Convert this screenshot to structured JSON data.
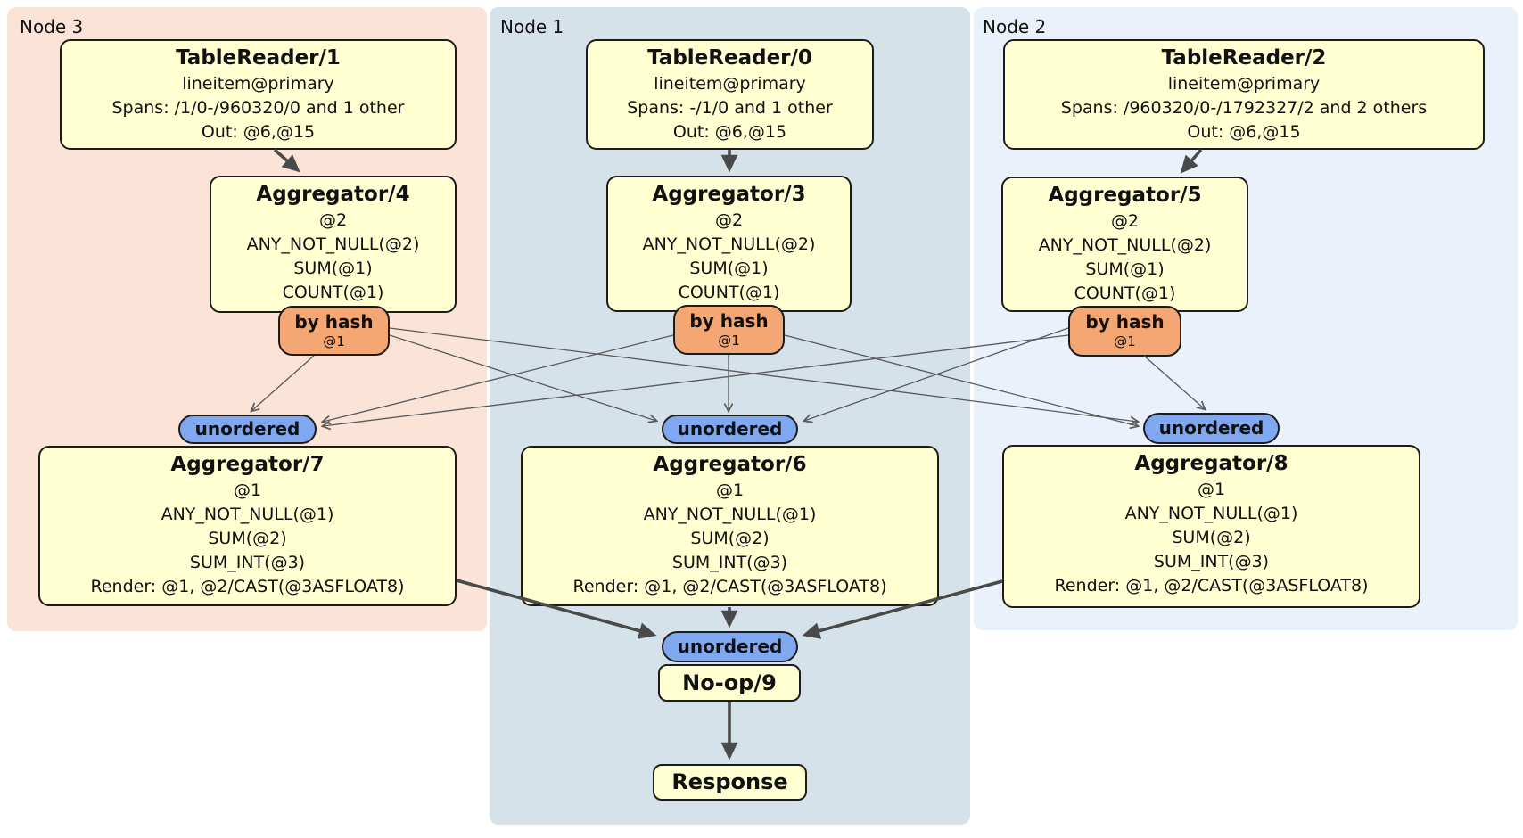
{
  "colors": {
    "band_node3": "#fce3d7",
    "band_node1": "#d5e2ea",
    "band_node2": "#ebf1fa",
    "processor_box": "#ffffd2",
    "router_by_hash": "#f5a773",
    "stream_unordered": "#7fa8f0",
    "edge_thin": "#5a5a5a",
    "edge_thick": "#4a4a4a"
  },
  "groups": [
    {
      "label": "Node 3",
      "table_reader": {
        "title": "TableReader/1",
        "lines": [
          "lineitem@primary",
          "Spans: /1/0-/960320/0 and 1 other",
          "Out: @6,@15"
        ]
      },
      "aggregator_top": {
        "title": "Aggregator/4",
        "lines": [
          "@2",
          "ANY_NOT_NULL(@2)",
          "SUM(@1)",
          "COUNT(@1)"
        ]
      },
      "router": {
        "label": "by hash",
        "key": "@1"
      },
      "stream": {
        "label": "unordered"
      },
      "aggregator_bottom": {
        "title": "Aggregator/7",
        "lines": [
          "@1",
          "ANY_NOT_NULL(@1)",
          "SUM(@2)",
          "SUM_INT(@3)",
          "Render: @1, @2/CAST(@3ASFLOAT8)"
        ]
      }
    },
    {
      "label": "Node 1",
      "table_reader": {
        "title": "TableReader/0",
        "lines": [
          "lineitem@primary",
          "Spans: -/1/0 and 1 other",
          "Out: @6,@15"
        ]
      },
      "aggregator_top": {
        "title": "Aggregator/3",
        "lines": [
          "@2",
          "ANY_NOT_NULL(@2)",
          "SUM(@1)",
          "COUNT(@1)"
        ]
      },
      "router": {
        "label": "by hash",
        "key": "@1"
      },
      "stream": {
        "label": "unordered"
      },
      "aggregator_bottom": {
        "title": "Aggregator/6",
        "lines": [
          "@1",
          "ANY_NOT_NULL(@1)",
          "SUM(@2)",
          "SUM_INT(@3)",
          "Render: @1, @2/CAST(@3ASFLOAT8)"
        ]
      }
    },
    {
      "label": "Node 2",
      "table_reader": {
        "title": "TableReader/2",
        "lines": [
          "lineitem@primary",
          "Spans: /960320/0-/1792327/2 and 2 others",
          "Out: @6,@15"
        ]
      },
      "aggregator_top": {
        "title": "Aggregator/5",
        "lines": [
          "@2",
          "ANY_NOT_NULL(@2)",
          "SUM(@1)",
          "COUNT(@1)"
        ]
      },
      "router": {
        "label": "by hash",
        "key": "@1"
      },
      "stream": {
        "label": "unordered"
      },
      "aggregator_bottom": {
        "title": "Aggregator/8",
        "lines": [
          "@1",
          "ANY_NOT_NULL(@1)",
          "SUM(@2)",
          "SUM_INT(@3)",
          "Render: @1, @2/CAST(@3ASFLOAT8)"
        ]
      }
    }
  ],
  "final": {
    "stream": {
      "label": "unordered"
    },
    "noop": {
      "title": "No-op/9"
    },
    "response": {
      "title": "Response"
    }
  },
  "edges": [
    {
      "from": "TableReader/1",
      "to": "Aggregator/4",
      "style": "thick"
    },
    {
      "from": "TableReader/0",
      "to": "Aggregator/3",
      "style": "thick"
    },
    {
      "from": "TableReader/2",
      "to": "Aggregator/5",
      "style": "thick"
    },
    {
      "from": "Aggregator/4 by hash",
      "to": "unordered Node 3",
      "style": "thin"
    },
    {
      "from": "Aggregator/4 by hash",
      "to": "unordered Node 1",
      "style": "thin"
    },
    {
      "from": "Aggregator/4 by hash",
      "to": "unordered Node 2",
      "style": "thin"
    },
    {
      "from": "Aggregator/3 by hash",
      "to": "unordered Node 3",
      "style": "thin"
    },
    {
      "from": "Aggregator/3 by hash",
      "to": "unordered Node 1",
      "style": "thin"
    },
    {
      "from": "Aggregator/3 by hash",
      "to": "unordered Node 2",
      "style": "thin"
    },
    {
      "from": "Aggregator/5 by hash",
      "to": "unordered Node 3",
      "style": "thin"
    },
    {
      "from": "Aggregator/5 by hash",
      "to": "unordered Node 1",
      "style": "thin"
    },
    {
      "from": "Aggregator/5 by hash",
      "to": "unordered Node 2",
      "style": "thin"
    },
    {
      "from": "Aggregator/7",
      "to": "unordered final",
      "style": "thick"
    },
    {
      "from": "Aggregator/6",
      "to": "unordered final",
      "style": "thick"
    },
    {
      "from": "Aggregator/8",
      "to": "unordered final",
      "style": "thick"
    },
    {
      "from": "No-op/9",
      "to": "Response",
      "style": "thick"
    }
  ]
}
